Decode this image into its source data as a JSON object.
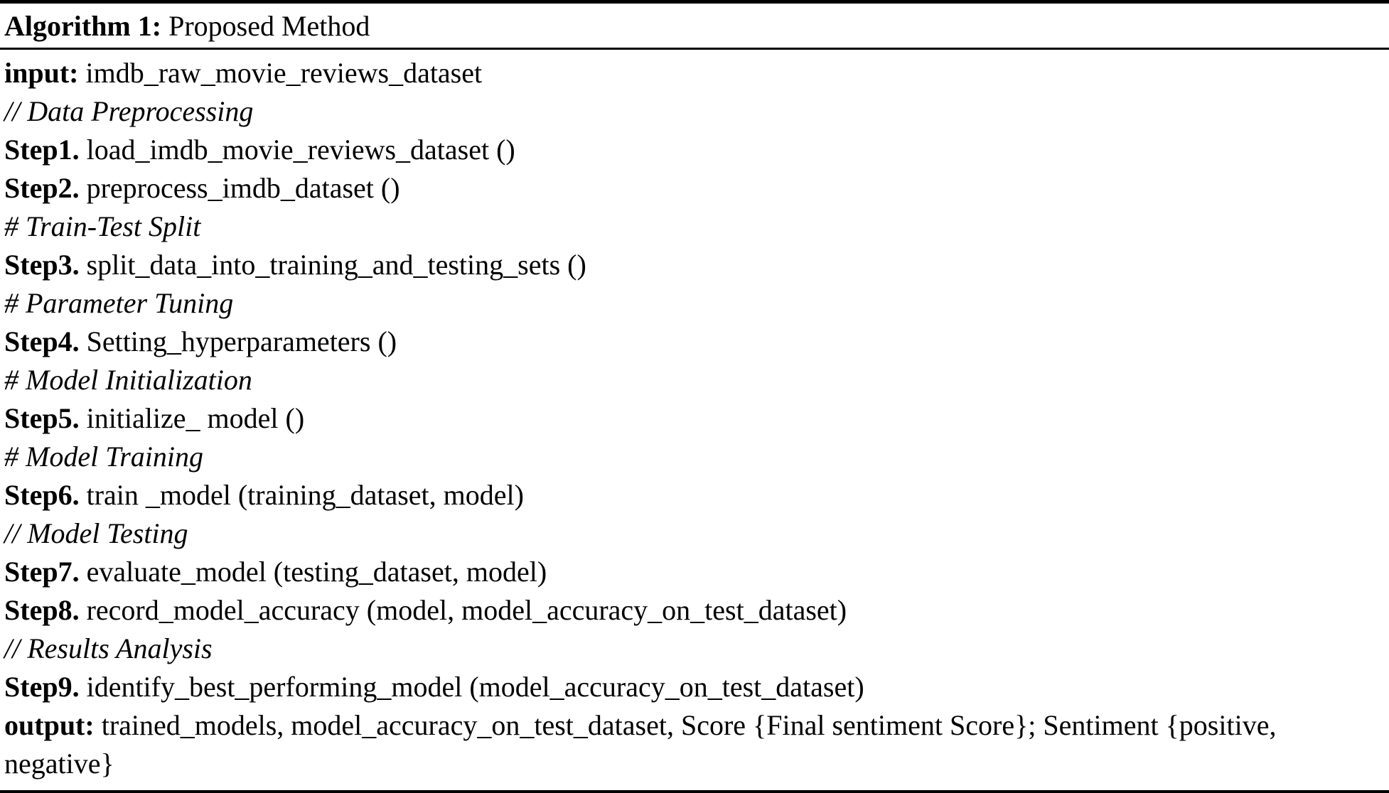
{
  "document": {
    "type": "algorithm-float",
    "caption": {
      "label": "Algorithm 1:",
      "title": "Proposed Method"
    },
    "rules": {
      "top": "thick",
      "middle": "medium",
      "bottom": "medium"
    },
    "colors": {
      "text": "#000000",
      "background": "#ffffff",
      "rule": "#000000"
    },
    "lines": [
      {
        "kind": "io",
        "keyword": "input:",
        "text": " imdb_raw_movie_reviews_dataset"
      },
      {
        "kind": "comment",
        "marker": "//",
        "text": " Data Preprocessing"
      },
      {
        "kind": "step",
        "keyword": "Step1.",
        "text": " load_imdb_movie_reviews_dataset ()"
      },
      {
        "kind": "step",
        "keyword": "Step2.",
        "text": " preprocess_imdb_dataset ()"
      },
      {
        "kind": "comment",
        "marker": "#",
        "text": " Train-Test Split"
      },
      {
        "kind": "step",
        "keyword": "Step3.",
        "text": " split_data_into_training_and_testing_sets ()"
      },
      {
        "kind": "comment",
        "marker": "#",
        "text": " Parameter Tuning"
      },
      {
        "kind": "step",
        "keyword": "Step4.",
        "text": " Setting_hyperparameters ()"
      },
      {
        "kind": "comment",
        "marker": "#",
        "text": " Model Initialization"
      },
      {
        "kind": "step",
        "keyword": "Step5.",
        "text": " initialize_ model ()"
      },
      {
        "kind": "comment",
        "marker": "#",
        "text": " Model Training"
      },
      {
        "kind": "step",
        "keyword": "Step6.",
        "text": " train _model (training_dataset, model)"
      },
      {
        "kind": "comment",
        "marker": "//",
        "text": " Model Testing"
      },
      {
        "kind": "step",
        "keyword": "Step7.",
        "text": " evaluate_model (testing_dataset, model)"
      },
      {
        "kind": "step",
        "keyword": "Step8.",
        "text": " record_model_accuracy (model, model_accuracy_on_test_dataset)"
      },
      {
        "kind": "comment",
        "marker": "//",
        "text": " Results Analysis"
      },
      {
        "kind": "step",
        "keyword": "Step9.",
        "text": " identify_best_performing_model (model_accuracy_on_test_dataset)"
      },
      {
        "kind": "io",
        "keyword": "output:",
        "text": " trained_models, model_accuracy_on_test_dataset, Score {Final sentiment Score}; Sentiment {positive, negative}",
        "wraps": true
      }
    ]
  }
}
